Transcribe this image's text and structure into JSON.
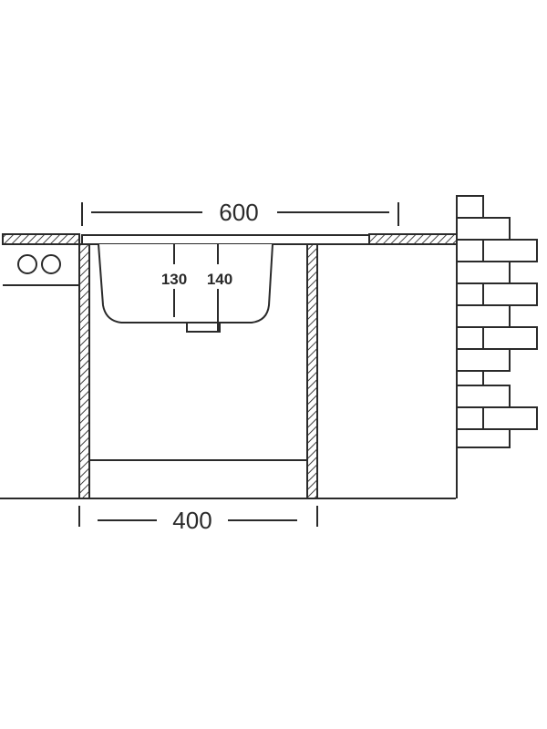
{
  "dimensions": {
    "sink_width": "600",
    "cabinet_width": "400",
    "bowl_depth_a": "130",
    "bowl_depth_b": "140"
  },
  "colors": {
    "line": "#2a2a2a",
    "background": "#ffffff"
  }
}
